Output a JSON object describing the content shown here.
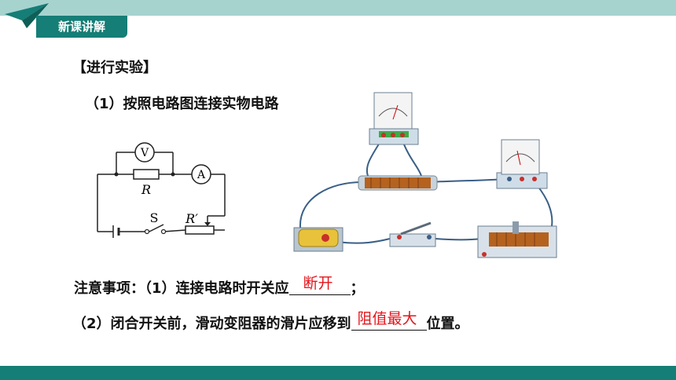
{
  "header": {
    "section_label": "新课讲解",
    "colors": {
      "teal": "#157e76",
      "light_teal": "#a7d3cf",
      "answer_red": "#e4141b"
    }
  },
  "content": {
    "heading": "【进行实验】",
    "step1": "（1）按照电路图连接实物电路",
    "note_prefix": "注意事项：（1）连接电路时开关应",
    "note_answer": "断开",
    "note_suffix": "；",
    "step2_prefix": "（2）闭合开关前，滑动变阻器的滑片应移到",
    "step2_answer": "阻值最大",
    "step2_suffix": "位置。"
  },
  "circuit_labels": {
    "voltmeter": "V",
    "ammeter": "A",
    "resistor": "R",
    "switch": "S",
    "rheostat": "R′"
  },
  "icons": [
    "paper-plane-icon"
  ]
}
